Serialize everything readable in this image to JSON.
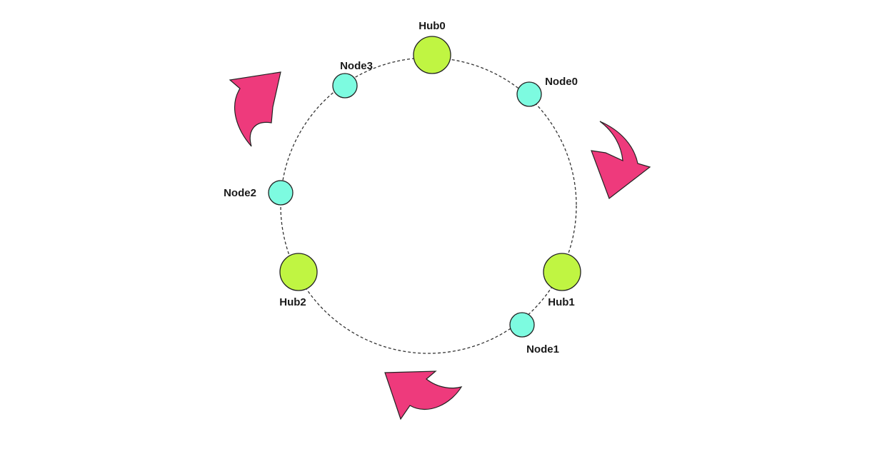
{
  "diagram": {
    "colors": {
      "hub_fill": "#c0f542",
      "node_fill": "#7dfbe0",
      "arrow_fill": "#ee3a7c",
      "ring_stroke": "#333333"
    },
    "hubs": [
      {
        "label": "Hub0"
      },
      {
        "label": "Hub1"
      },
      {
        "label": "Hub2"
      }
    ],
    "nodes": [
      {
        "label": "Node0"
      },
      {
        "label": "Node1"
      },
      {
        "label": "Node2"
      },
      {
        "label": "Node3"
      }
    ],
    "arrows": [
      {
        "name": "top-left-arrow",
        "icon": "curved-arrow-icon"
      },
      {
        "name": "right-arrow",
        "icon": "curved-arrow-icon"
      },
      {
        "name": "bottom-arrow",
        "icon": "curved-arrow-icon"
      }
    ]
  }
}
